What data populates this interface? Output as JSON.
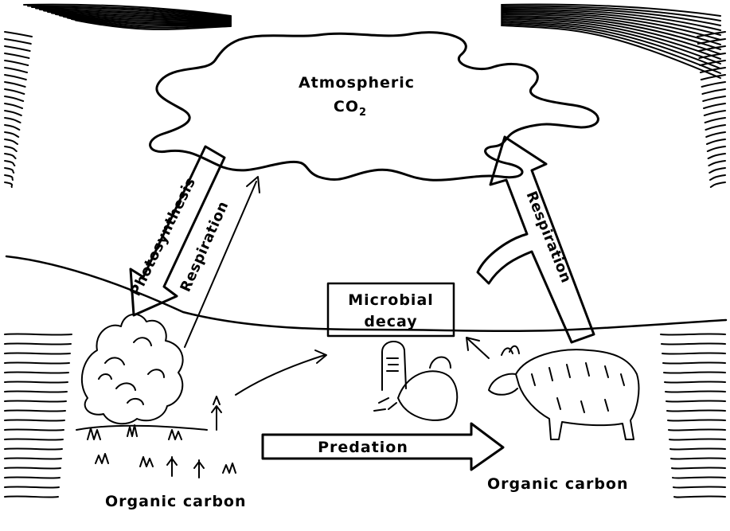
{
  "atmosphere": {
    "line1": "Atmospheric",
    "line2_main": "CO",
    "line2_sub": "2"
  },
  "arrows": {
    "photosynthesis": "Photosynthesis",
    "respiration_plant": "Respiration",
    "respiration_animal": "Respiration",
    "predation": "Predation"
  },
  "microbial": {
    "line1": "Microbial",
    "line2": "decay"
  },
  "organic_left": "Organic carbon",
  "organic_right": "Organic carbon"
}
